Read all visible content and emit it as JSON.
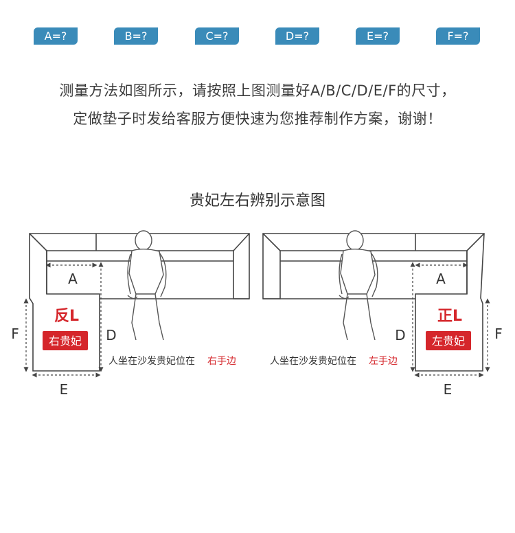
{
  "tags": [
    "A=?",
    "B=?",
    "C=?",
    "D=?",
    "E=?",
    "F=?"
  ],
  "instructions": {
    "line1": "测量方法如图所示，请按照上图测量好A/B/C/D/E/F的尺寸，",
    "line2": "定做垫子时发给客服方便快速为您推荐制作方案，谢谢！"
  },
  "diagram": {
    "title": "贵妃左右辨别示意图",
    "left": {
      "badge_main": "反L",
      "badge_sub": "右贵妃",
      "caption_prefix": "人坐在沙发贵妃位在",
      "caption_highlight": "右手边",
      "labels": {
        "a": "A",
        "d": "D",
        "e": "E",
        "f": "F"
      }
    },
    "right": {
      "badge_main": "正L",
      "badge_sub": "左贵妃",
      "caption_prefix": "人坐在沙发贵妃位在",
      "caption_highlight": "左手边",
      "labels": {
        "a": "A",
        "d": "D",
        "e": "E",
        "f": "F"
      }
    },
    "colors": {
      "accent_red": "#d5262b",
      "tag_blue": "#3a8bb9"
    }
  }
}
